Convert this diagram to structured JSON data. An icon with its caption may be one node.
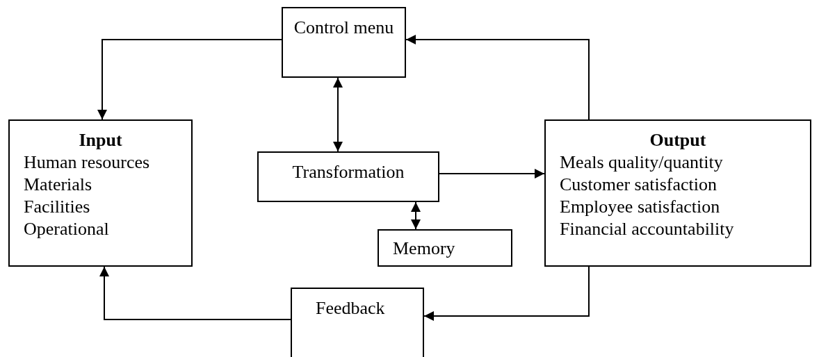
{
  "diagram": {
    "nodes": [
      {
        "text": [
          "Control menu"
        ]
      },
      {
        "text": [
          "Input",
          "Human resources",
          "Materials",
          "Facilities",
          "Operational"
        ]
      },
      {
        "text": [
          "Transformation"
        ]
      },
      {
        "text": [
          "Memory"
        ]
      },
      {
        "text": [
          "Output",
          "Meals quality/quantity",
          "Customer satisfaction",
          "Employee satisfaction",
          "Financial accountability"
        ]
      },
      {
        "text": [
          "Feedback"
        ]
      }
    ],
    "edges": [
      {
        "from": 0,
        "to": 1,
        "arrow": "to"
      },
      {
        "from": 4,
        "to": 0,
        "arrow": "to"
      },
      {
        "from": 0,
        "to": 2,
        "arrow": "both"
      },
      {
        "from": 2,
        "to": 4,
        "arrow": "to"
      },
      {
        "from": 2,
        "to": 3,
        "arrow": "both"
      },
      {
        "from": 4,
        "to": 5,
        "arrow": "to"
      },
      {
        "from": 5,
        "to": 1,
        "arrow": "to"
      }
    ]
  }
}
